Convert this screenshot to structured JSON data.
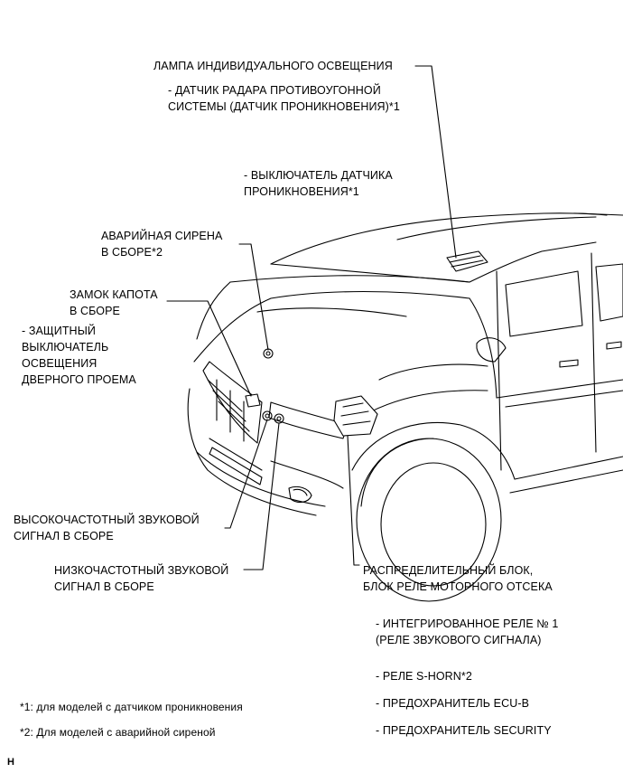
{
  "labels": {
    "lamp": "ЛАМПА ИНДИВИДУАЛЬНОГО ОСВЕЩЕНИЯ",
    "lamp_sub1_l1": "- ДАТЧИК РАДАРА ПРОТИВОУГОННОЙ",
    "lamp_sub1_l2": "СИСТЕМЫ (ДАТЧИК ПРОНИКНОВЕНИЯ)*1",
    "lamp_sub2_l1": "- ВЫКЛЮЧАТЕЛЬ ДАТЧИКА",
    "lamp_sub2_l2": "ПРОНИКНОВЕНИЯ*1",
    "siren_l1": "АВАРИЙНАЯ СИРЕНА",
    "siren_l2": "В СБОРЕ*2",
    "hood_lock_l1": "ЗАМОК КАПОТА",
    "hood_lock_l2": "В СБОРЕ",
    "courtesy_l1": "- ЗАЩИТНЫЙ",
    "courtesy_l2": "ВЫКЛЮЧАТЕЛЬ",
    "courtesy_l3": "ОСВЕЩЕНИЯ",
    "courtesy_l4": "ДВЕРНОГО ПРОЕМА",
    "high_horn_l1": "ВЫСОКОЧАСТОТНЫЙ ЗВУКОВОЙ",
    "high_horn_l2": "СИГНАЛ В СБОРЕ",
    "low_horn_l1": "НИЗКОЧАСТОТНЫЙ ЗВУКОВОЙ",
    "low_horn_l2": "СИГНАЛ В СБОРЕ",
    "relay_block_l1": "РАСПРЕДЕЛИТЕЛЬНЫЙ БЛОК,",
    "relay_block_l2": "БЛОК РЕЛЕ МОТОРНОГО ОТСЕКА",
    "relay_sub1_l1": "- ИНТЕГРИРОВАННОЕ РЕЛЕ № 1",
    "relay_sub1_l2": "(РЕЛЕ ЗВУКОВОГО СИГНАЛА)",
    "relay_sub2": "- РЕЛЕ S-HORN*2",
    "relay_sub3": "- ПРЕДОХРАНИТЕЛЬ ECU-B",
    "relay_sub4": "- ПРЕДОХРАНИТЕЛЬ SECURITY"
  },
  "footnotes": {
    "note1": "*1: для моделей с датчиком проникновения",
    "note2": "*2: Для моделей с аварийной сиреной"
  },
  "figure_code": "H"
}
